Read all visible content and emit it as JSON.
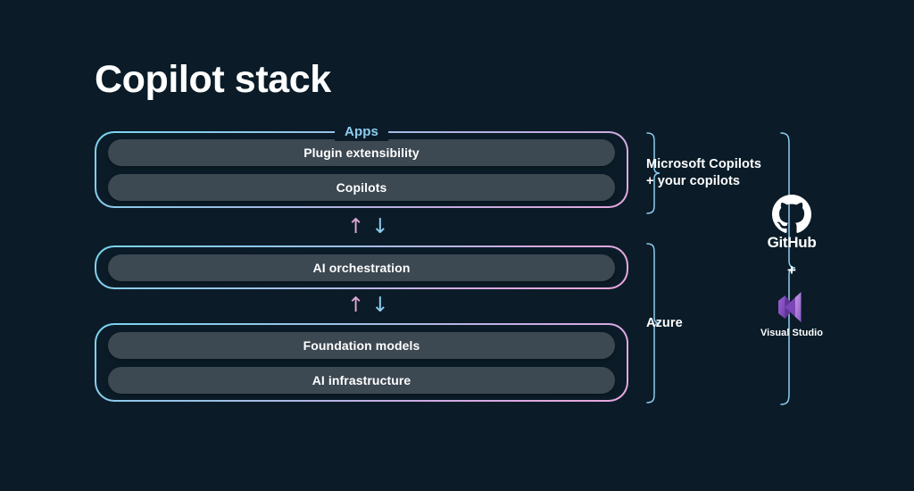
{
  "page": {
    "title": "Copilot stack",
    "background_color": "#0b1c28"
  },
  "colors": {
    "background": "#0b1c28",
    "pill_fill": "#3c4852",
    "accent_cyan": "#79d5ef",
    "accent_pink": "#eba6dc",
    "label_blue": "#8ecdf0",
    "text_white": "#ffffff",
    "vs_purple": "#8f52cf"
  },
  "stack": {
    "layers": [
      {
        "id": "apps",
        "group_label": "Apps",
        "items": [
          {
            "label": "Plugin extensibility"
          },
          {
            "label": "Copilots"
          }
        ]
      },
      {
        "id": "orchestration",
        "group_label": "",
        "items": [
          {
            "label": "AI orchestration"
          }
        ]
      },
      {
        "id": "foundation",
        "group_label": "",
        "items": [
          {
            "label": "Foundation models"
          },
          {
            "label": "AI infrastructure"
          }
        ]
      }
    ],
    "connectors": [
      {
        "id": "apps-to-orchestration",
        "up": "↑",
        "down": "↓"
      },
      {
        "id": "orchestration-to-foundation",
        "up": "↑",
        "down": "↓"
      }
    ]
  },
  "annotations": {
    "copilots": {
      "text": "Microsoft Copilots\n+ your copilots",
      "bracket_icon": "curly-brace-icon"
    },
    "azure": {
      "text": "Azure",
      "bracket_icon": "curly-brace-icon"
    }
  },
  "tools": {
    "bracket_icon": "curly-brace-icon",
    "github": {
      "logo_icon": "github-octocat-icon",
      "wordmark": "GitHub"
    },
    "separator": "+",
    "visual_studio": {
      "logo_icon": "visual-studio-infinity-icon",
      "wordmark": "Visual Studio"
    }
  }
}
